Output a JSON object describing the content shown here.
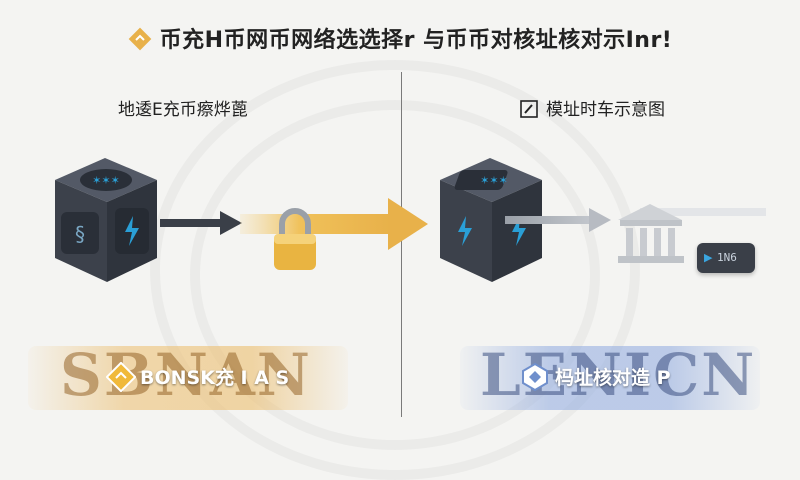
{
  "header": {
    "title": "币充H币网币网络选选择r 与币币对核址核对示Inr!"
  },
  "left": {
    "subtitle": "地逶E充币瘵烨蓖",
    "big_word": "SBNAN",
    "label": "BONSK充 I A S"
  },
  "right": {
    "subtitle": "模址时车示意图",
    "big_word": "LENICN",
    "label": "杩址核对造 P",
    "tag_text": "1N6"
  },
  "colors": {
    "accent_gold": "#e8b14a",
    "cube_body": "#3c414b",
    "cube_glyph": "#2a9fd6",
    "accent_blue": "#6f8fcc"
  }
}
